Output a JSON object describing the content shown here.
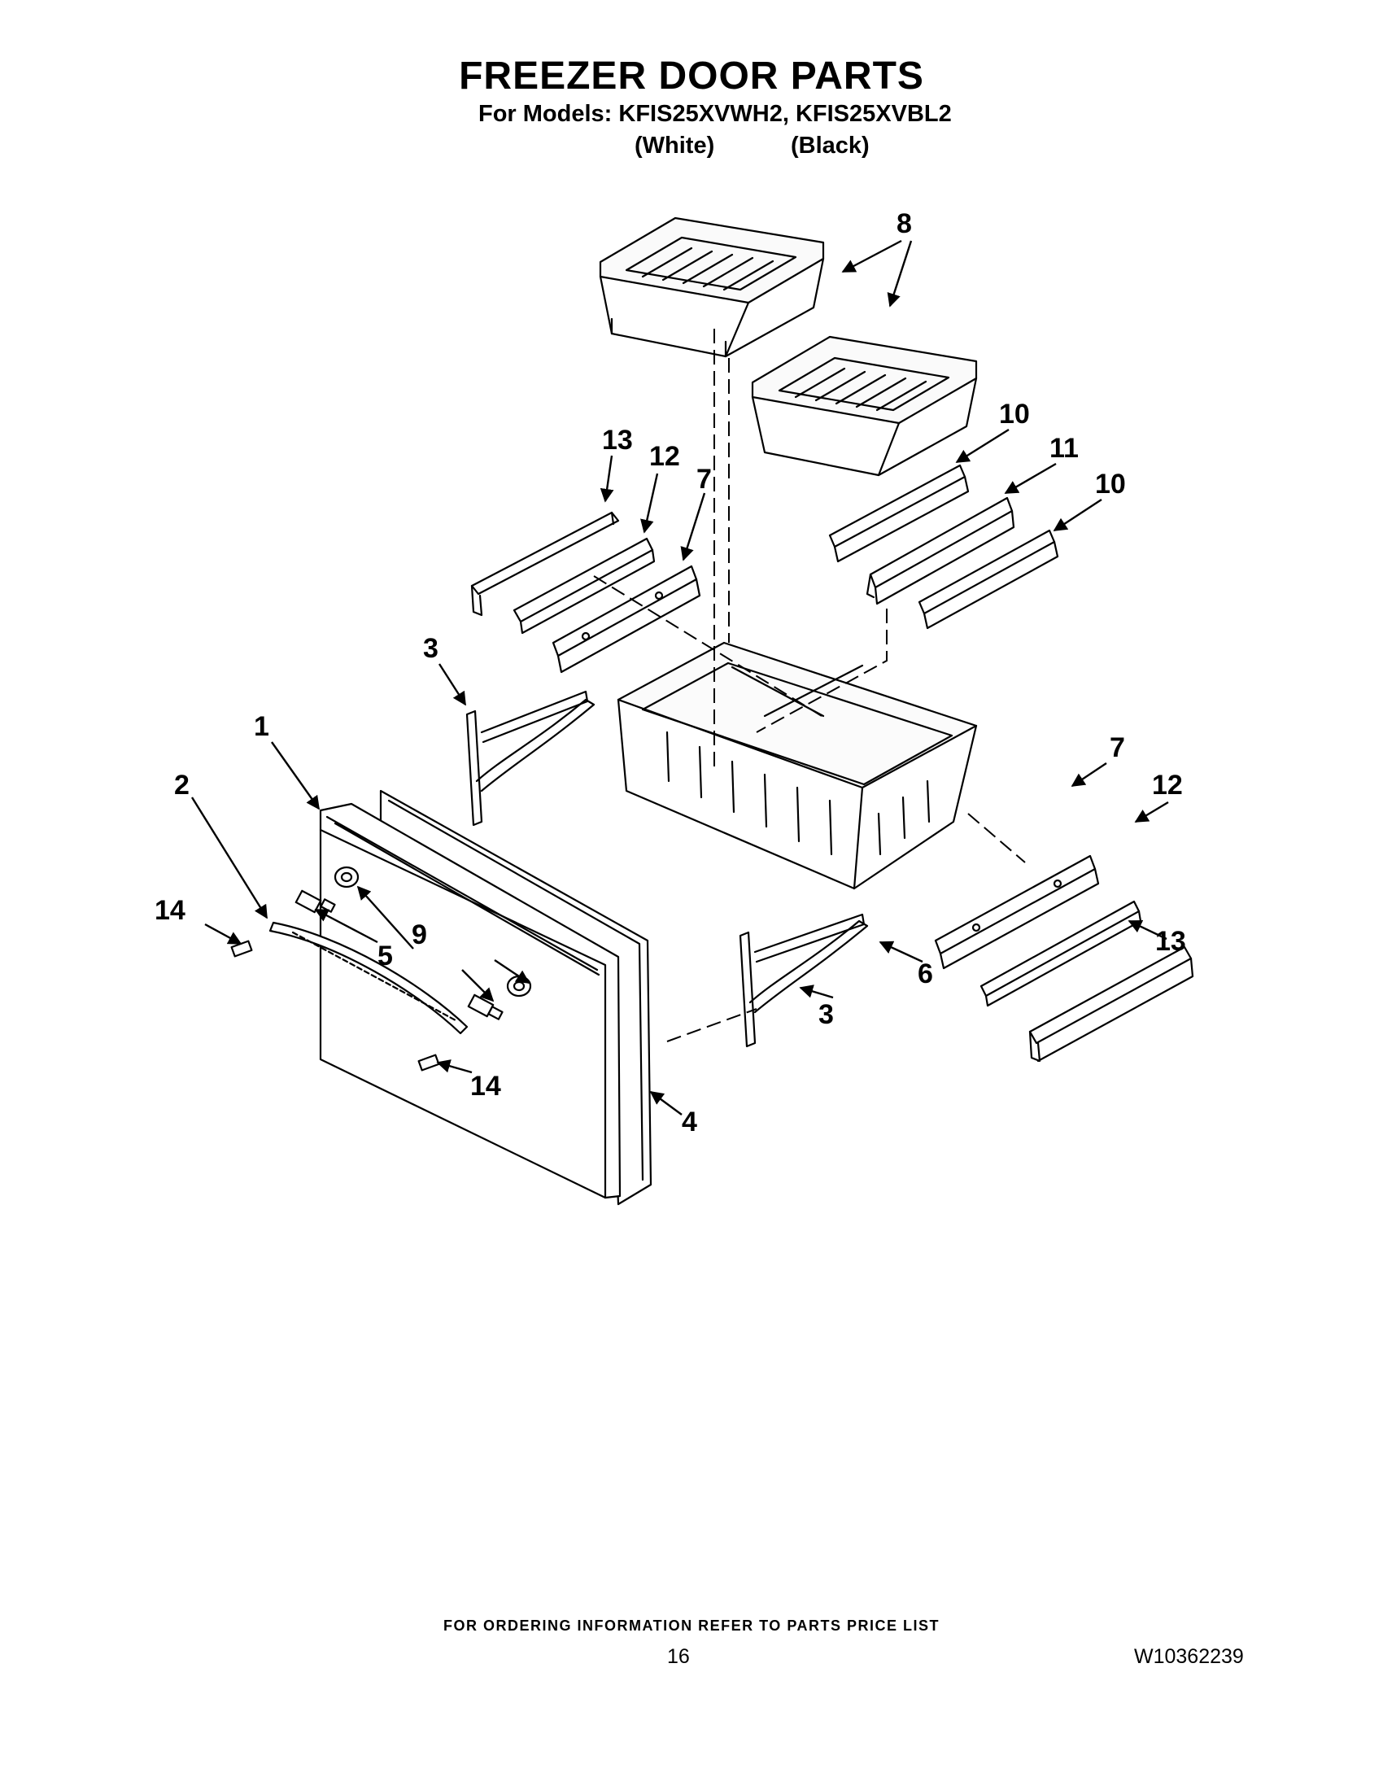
{
  "header": {
    "title": "FREEZER DOOR PARTS",
    "models_line": "For Models: KFIS25XVWH2, KFIS25XVBL2",
    "variant_white": "(White)",
    "variant_black": "(Black)"
  },
  "callouts": {
    "c1": "1",
    "c2": "2",
    "c3a": "3",
    "c3b": "3",
    "c4": "4",
    "c5": "5",
    "c6": "6",
    "c7a": "7",
    "c7b": "7",
    "c8": "8",
    "c9": "9",
    "c10a": "10",
    "c10b": "10",
    "c11": "11",
    "c12a": "12",
    "c12b": "12",
    "c13a": "13",
    "c13b": "13",
    "c14a": "14",
    "c14b": "14"
  },
  "footer": {
    "ordering_note": "FOR ORDERING INFORMATION REFER TO PARTS PRICE LIST",
    "page_number": "16",
    "document_number": "W10362239"
  }
}
